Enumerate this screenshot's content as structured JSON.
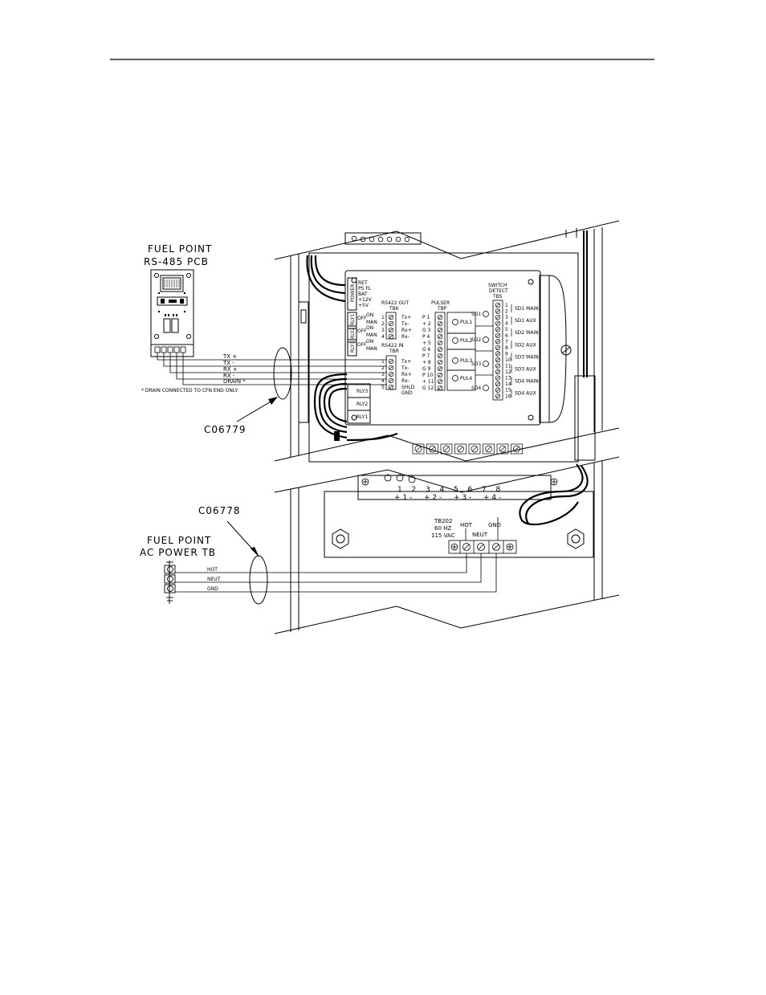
{
  "fuel_point_pcb": {
    "title_line1": "FUEL POINT",
    "title_line2": "RS-485 PCB"
  },
  "signal_wires": [
    "TX +",
    "TX -",
    "RX +",
    "RX -",
    "DRAIN *"
  ],
  "drain_note": "* DRAIN CONNECTED TO CFN END ONLY",
  "cable_top": "C06779",
  "cable_bottom": "C06778",
  "ac_power_tb": {
    "title_line1": "FUEL POINT",
    "title_line2": "AC POWER TB"
  },
  "power_wires": [
    "HOT",
    "NEUT",
    "GND"
  ],
  "status_panel": {
    "labels": [
      "RET",
      "PS FL",
      "BAT",
      "+12V",
      "+5V"
    ],
    "power_tag": "POWER",
    "relays": [
      {
        "tag": "RLY1",
        "on": "ON",
        "off": "OFF",
        "man": "MAN"
      },
      {
        "tag": "RLY2",
        "on": "ON",
        "off": "OFF",
        "man": "MAN"
      },
      {
        "tag": "RLY3",
        "on": "ON",
        "off": "OFF",
        "man": "MAN"
      }
    ]
  },
  "rs422_out": {
    "title": "RS422 OUT",
    "tb": "TBK",
    "nums": [
      "1",
      "2",
      "3",
      "4"
    ],
    "sigs": [
      "Tx+",
      "Tx-",
      "Rx+",
      "Rx-"
    ]
  },
  "rs422_in": {
    "title": "RS422 IN",
    "tb": "TBR",
    "nums": [
      "1",
      "2",
      "3",
      "4",
      "5"
    ],
    "sigs": [
      "Tx+",
      "Tx-",
      "Rx+",
      "Rx-",
      "SHLD"
    ],
    "gnd": "GND"
  },
  "relay_blocks": [
    "RLY3",
    "RLY2",
    "RLY1"
  ],
  "pulser": {
    "title": "PULSER",
    "tb": "TBP",
    "rows": [
      "P 1",
      "+ 2",
      "G 3",
      "P 4",
      "+ 5",
      "G 6",
      "P 7",
      "+ 8",
      "G 9",
      "P 10",
      "+ 11",
      "G 12"
    ],
    "puls": [
      "PUL1",
      "PUL2",
      "PUL3",
      "PUL4"
    ]
  },
  "switch_detect": {
    "title1": "SWITCH",
    "title2": "DETECT",
    "tb": "TBS",
    "sds": [
      "SD1",
      "SD2",
      "SD3",
      "SD4"
    ],
    "nums": [
      "1",
      "2",
      "3",
      "4",
      "5",
      "6",
      "7",
      "8",
      "9",
      "10",
      "11",
      "12",
      "13",
      "14",
      "15",
      "16"
    ],
    "labels": [
      "SD1 MAIN",
      "SD1 AUX",
      "SD2 MAIN",
      "SD2 AUX",
      "SD3 MAIN",
      "SD3 AUX",
      "SD4 MAIN",
      "SD4 AUX"
    ]
  },
  "lower_terminal": {
    "nums": [
      "1",
      "2",
      "3",
      "4",
      "5",
      "6",
      "7",
      "8"
    ],
    "groups": [
      "+ 1 -",
      "+ 2 -",
      "+ 3 -",
      "+ 4 -"
    ]
  },
  "tb202": {
    "line1": "TB202",
    "line2": "60 HZ",
    "line3": "115 VAC",
    "hot": "HOT",
    "neut": "NEUT",
    "gnd": "GND"
  }
}
